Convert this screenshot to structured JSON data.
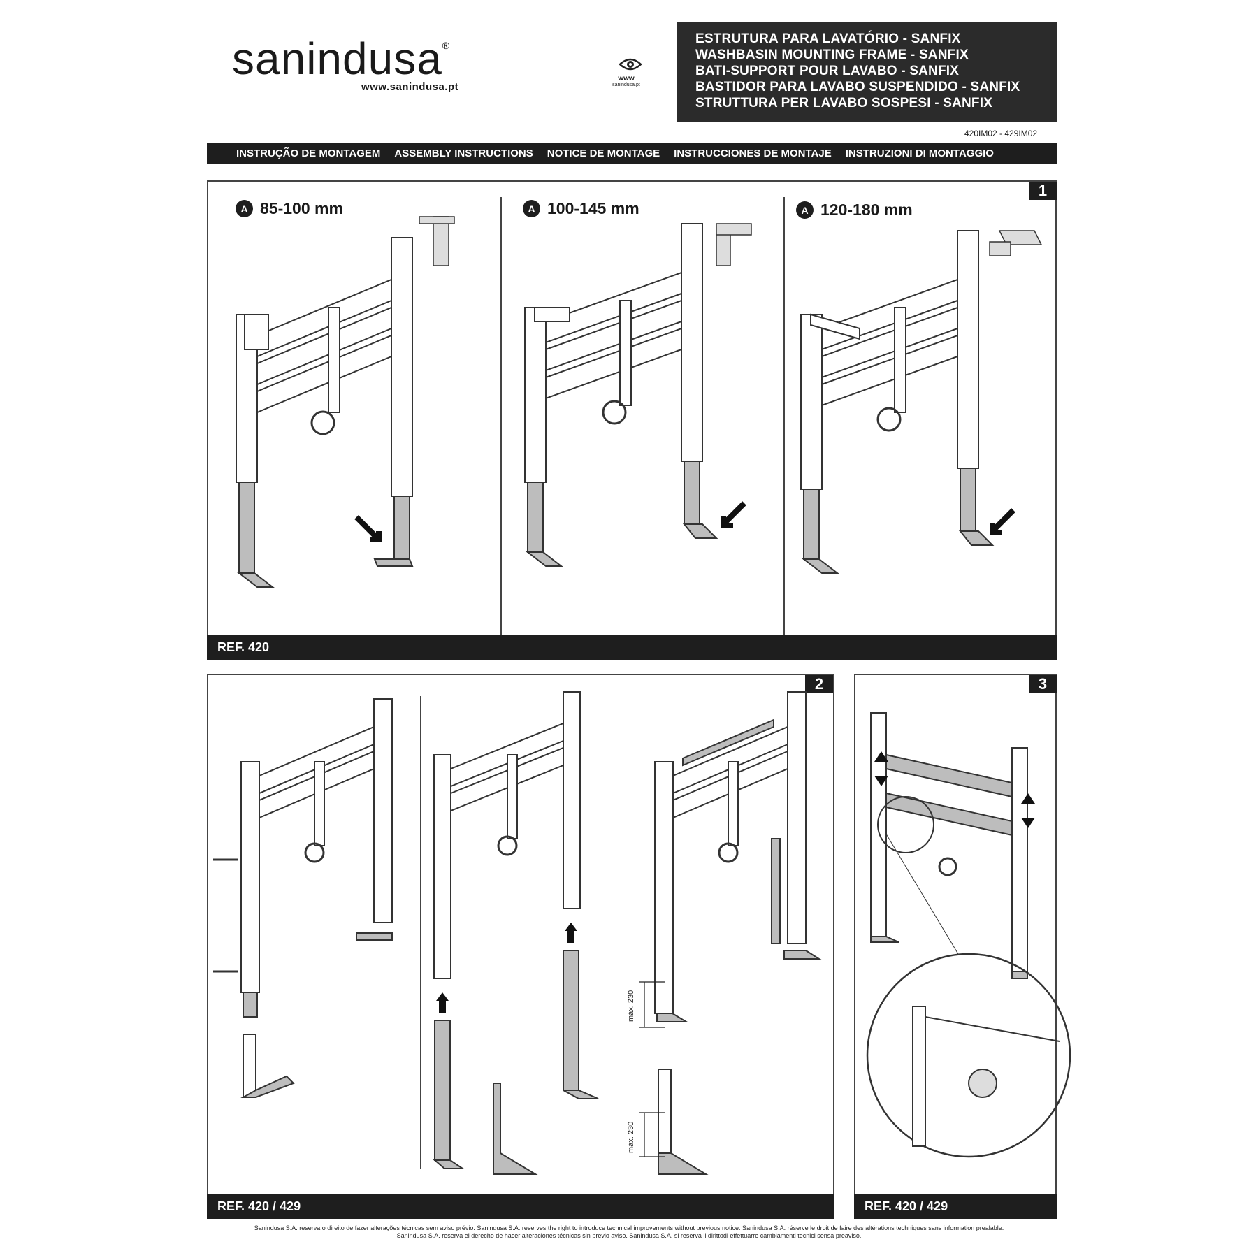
{
  "header": {
    "brand": "sanindusa",
    "registered": "®",
    "website": "www.sanindusa.pt",
    "web_icon_label": "www",
    "web_icon_site": "sanindusa.pt",
    "titles": [
      "ESTRUTURA PARA LAVATÓRIO - SANFIX",
      "WASHBASIN MOUNTING FRAME - SANFIX",
      "BATI-SUPPORT POUR LAVABO - SANFIX",
      "BASTIDOR PARA LAVABO SUSPENDIDO - SANFIX",
      "STRUTTURA PER LAVABO SOSPESI - SANFIX"
    ],
    "doc_code": "420IM02 - 429IM02"
  },
  "instructions_bar": [
    "INSTRUÇÃO DE MONTAGEM",
    "ASSEMBLY INSTRUCTIONS",
    "NOTICE DE MONTAGE",
    "INSTRUCCIONES DE MONTAJE",
    "INSTRUZIONI DI MONTAGGIO"
  ],
  "step1": {
    "number": "1",
    "badge": "A",
    "ranges": [
      "85-100 mm",
      "100-145 mm",
      "120-180 mm"
    ],
    "ref": "REF. 420"
  },
  "step2": {
    "number": "2",
    "max_label": "máx. 230",
    "ref": "REF. 420 / 429"
  },
  "step3": {
    "number": "3",
    "ref": "REF. 420 / 429"
  },
  "footer": {
    "line1": "Sanindusa S.A. reserva o direito de fazer alterações técnicas sem aviso prévio.    Sanindusa S.A. reserves the right to introduce technical improvements without previous notice.    Sanindusa S.A. réserve le droit de faire des altérations techniques sans information prealable.",
    "line2": "Sanindusa S.A. reserva el derecho de hacer alteraciones técnicas sin previo aviso.    Sanindusa S.A. si reserva il dirittodi effettuarre cambiamenti tecnici sensa preaviso."
  },
  "colors": {
    "dark": "#1e1e1e",
    "steel": "#bdbdbd",
    "line": "#333333"
  }
}
